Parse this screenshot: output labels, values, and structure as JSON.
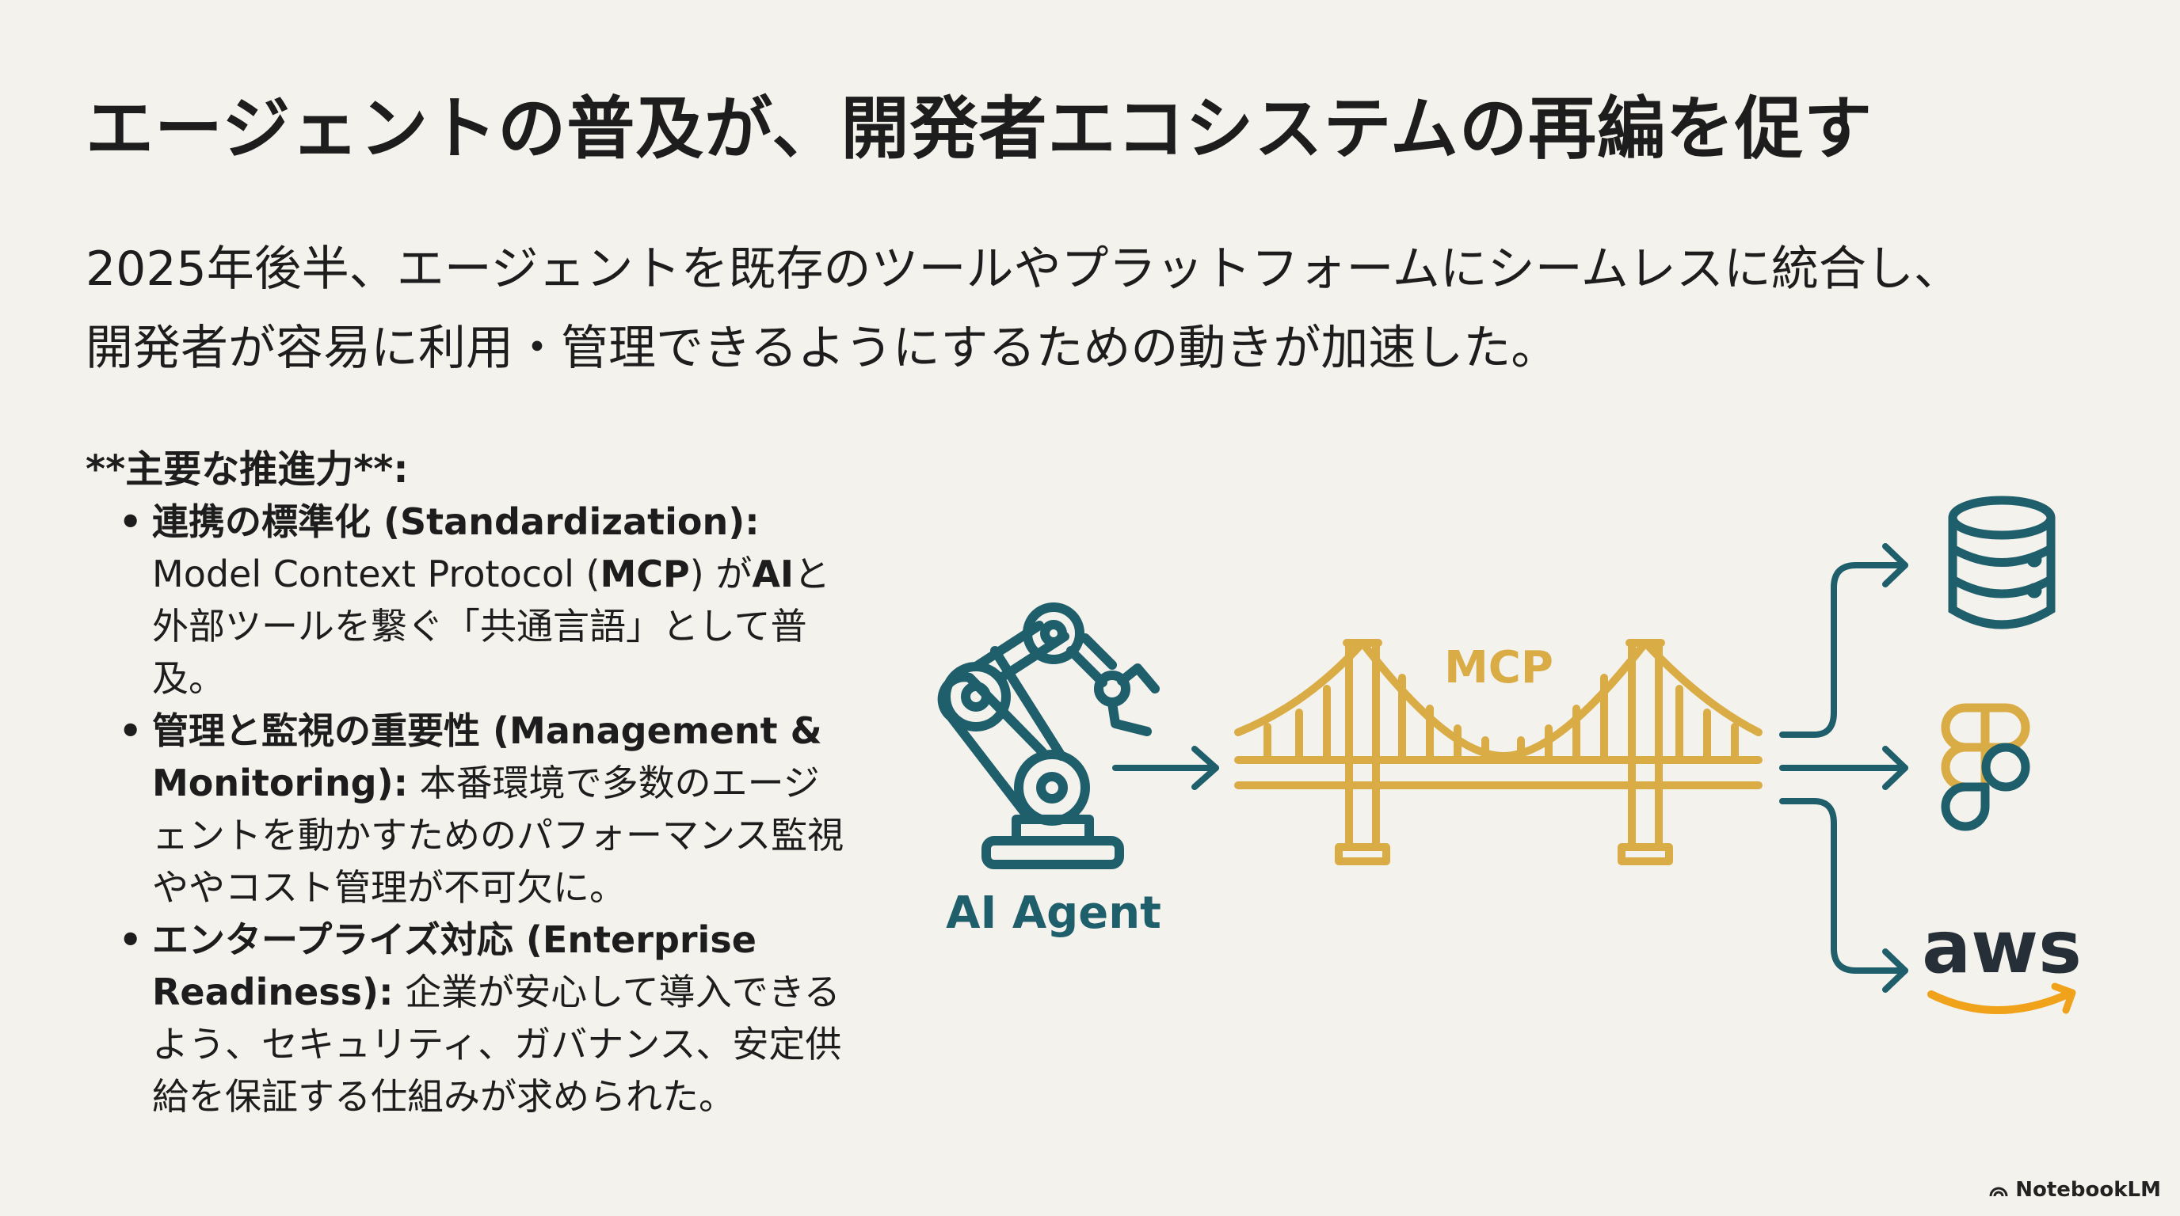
{
  "title": "エージェントの普及が、開発者エコシステムの再編を促す",
  "lead": {
    "line1": "2025年後半、エージェントを既存のツールやプラットフォームにシームレスに統合し、",
    "line2": "開発者が容易に利用・管理できるようにするための動きが加速した。"
  },
  "drivers": {
    "heading": "**主要な推進力**:",
    "items": [
      {
        "title": "連携の標準化 (Standardization):",
        "text_pre": "Model Context Protocol (",
        "text_bold1": "MCP",
        "text_mid": ") が",
        "text_bold2": "AI",
        "text_post": "と外部ツールを繋ぐ「共通言語」として普及。"
      },
      {
        "title": "管理と監視の重要性 (Management & Monitoring):",
        "text": " 本番環境で多数のエージェントを動かすためのパフォーマンス監視ややコスト管理が不可欠に。"
      },
      {
        "title": "エンタープライズ対応 (Enterprise Readiness):",
        "text": " 企業が安心して導入できるよう、セキュリティ、ガバナンス、安定供給を保証する仕組みが求められた。"
      }
    ]
  },
  "diagram": {
    "agent_label": "AI Agent",
    "bridge_label": "MCP",
    "aws_label": "aws",
    "colors": {
      "teal": "#1f5e6b",
      "gold": "#d9ac46",
      "aws_orange": "#f0a21b",
      "dark": "#262f38"
    },
    "icons": [
      "robot-arm-icon",
      "bridge-icon",
      "database-icon",
      "figma-icon",
      "aws-logo"
    ]
  },
  "watermark": "NotebookLM"
}
